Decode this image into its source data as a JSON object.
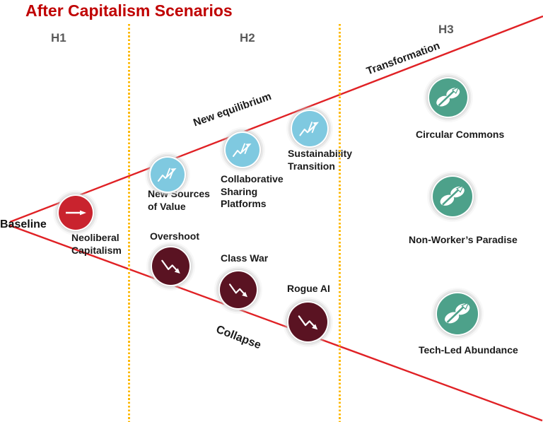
{
  "title": "After Capitalism Scenarios",
  "horizons": [
    {
      "label": "H1"
    },
    {
      "label": "H2"
    },
    {
      "label": "H3"
    }
  ],
  "baseline": {
    "label": "Baseline"
  },
  "trajectories": {
    "new_equilibrium": {
      "label": "New equilibrium"
    },
    "transformation": {
      "label": "Transformation"
    },
    "collapse": {
      "label": "Collapse"
    }
  },
  "scenarios": [
    {
      "id": "neoliberal-capitalism",
      "label": "Neoliberal Capitalism",
      "horizon": "H1",
      "trajectory": "baseline",
      "icon": "arrow-right-icon",
      "color": "#C9232E"
    },
    {
      "id": "new-sources-of-value",
      "label": "New Sources of Value",
      "horizon": "H2",
      "trajectory": "new-equilibrium",
      "icon": "disrupted-growth-icon",
      "color": "#7FC9E0"
    },
    {
      "id": "collaborative-sharing-platforms",
      "label": "Collaborative Sharing Platforms",
      "horizon": "H2",
      "trajectory": "new-equilibrium",
      "icon": "disrupted-growth-icon",
      "color": "#7FC9E0"
    },
    {
      "id": "sustainability-transition",
      "label": "Sustainability Transition",
      "horizon": "H2",
      "trajectory": "new-equilibrium",
      "icon": "disrupted-growth-icon",
      "color": "#7FC9E0"
    },
    {
      "id": "overshoot",
      "label": "Overshoot",
      "horizon": "H2",
      "trajectory": "collapse",
      "icon": "decline-zigzag-icon",
      "color": "#5A1322"
    },
    {
      "id": "class-war",
      "label": "Class War",
      "horizon": "H2",
      "trajectory": "collapse",
      "icon": "decline-zigzag-icon",
      "color": "#5A1322"
    },
    {
      "id": "rogue-ai",
      "label": "Rogue AI",
      "horizon": "H2",
      "trajectory": "collapse",
      "icon": "decline-zigzag-icon",
      "color": "#5A1322"
    },
    {
      "id": "circular-commons",
      "label": "Circular Commons",
      "horizon": "H3",
      "trajectory": "transformation",
      "icon": "circular-flow-icon",
      "color": "#4DA18A"
    },
    {
      "id": "non-workers-paradise",
      "label": "Non-Worker’s Paradise",
      "horizon": "H3",
      "trajectory": "transformation",
      "icon": "circular-flow-icon",
      "color": "#4DA18A"
    },
    {
      "id": "tech-led-abundance",
      "label": "Tech-Led Abundance",
      "horizon": "H3",
      "trajectory": "transformation",
      "icon": "circular-flow-icon",
      "color": "#4DA18A"
    }
  ],
  "colors": {
    "title_red": "#C00000",
    "cone_line_red": "#E02125",
    "divider_yellow": "#FFB900",
    "horizon_gray": "#595959",
    "baseline_node": "#C9232E",
    "equilibrium_node": "#7FC9E0",
    "collapse_node": "#5A1322",
    "transformation_node": "#4DA18A"
  }
}
